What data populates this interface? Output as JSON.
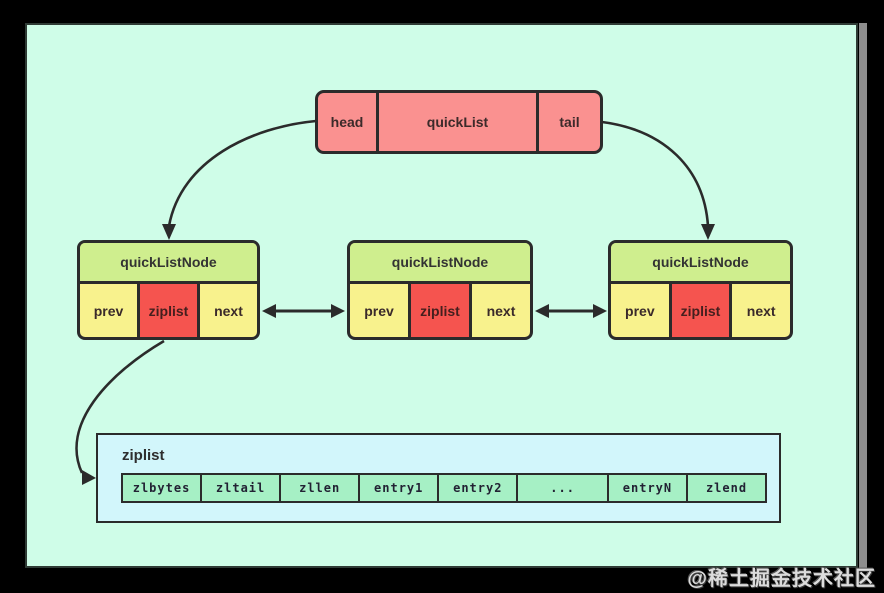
{
  "watermark": "@稀土掘金技术社区",
  "quicklist": {
    "cells": [
      "head",
      "quickList",
      "tail"
    ]
  },
  "nodes": [
    {
      "title": "quickListNode",
      "cells": [
        "prev",
        "ziplist",
        "next"
      ]
    },
    {
      "title": "quickListNode",
      "cells": [
        "prev",
        "ziplist",
        "next"
      ]
    },
    {
      "title": "quickListNode",
      "cells": [
        "prev",
        "ziplist",
        "next"
      ]
    }
  ],
  "ziplist": {
    "label": "ziplist",
    "cells": [
      "zlbytes",
      "zltail",
      "zllen",
      "entry1",
      "entry2",
      "...",
      "entryN",
      "zlend"
    ]
  },
  "colors": {
    "frame": "#000000",
    "background": "#cffde8",
    "box_pink": "#fa9190",
    "node_header_green": "#cfee8e",
    "cell_yellow": "#f8f28d",
    "cell_red": "#f5544f",
    "ziplist_panel_cyan": "#d2f6fb",
    "ziplist_cell_green": "#a6f0c5",
    "stroke": "#2b2b2b"
  }
}
